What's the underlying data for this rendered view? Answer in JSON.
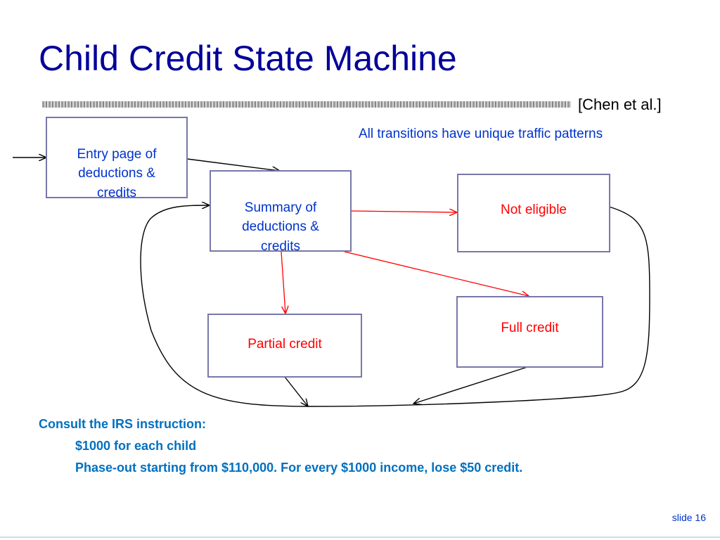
{
  "title": "Child Credit State Machine",
  "citation": "[Chen et al.]",
  "caption": "All transitions have unique traffic patterns",
  "states": {
    "entry": "Entry page of\ndeductions &\ncredits",
    "summary": "Summary of\ndeductions &\ncredits",
    "not_eligible": "Not eligible",
    "partial": "Partial credit",
    "full": "Full credit"
  },
  "notes": {
    "heading": "Consult the IRS instruction:",
    "line1": "$1000 for each child",
    "line2": "Phase-out starting from $110,000. For every $1000 income, lose $50 credit."
  },
  "slide_number": "slide 16",
  "colors": {
    "title": "#000099",
    "state_text": "#0033cc",
    "outcome_text": "#ff0000",
    "notes_text": "#0070c0",
    "state_border": "#7777aa",
    "red_arrow": "#ff0000",
    "black_arrow": "#000000"
  }
}
